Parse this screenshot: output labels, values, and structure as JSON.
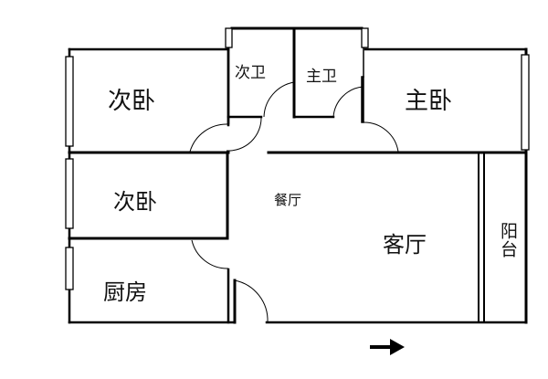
{
  "floor_plan": {
    "rooms": [
      {
        "id": "bedroom-secondary-1",
        "label": "次卧"
      },
      {
        "id": "bedroom-secondary-2",
        "label": "次卧"
      },
      {
        "id": "bathroom-secondary",
        "label": "次卫"
      },
      {
        "id": "bathroom-master",
        "label": "主卫"
      },
      {
        "id": "bedroom-master",
        "label": "主卧"
      },
      {
        "id": "dining-room",
        "label": "餐厅"
      },
      {
        "id": "living-room",
        "label": "客厅"
      },
      {
        "id": "kitchen",
        "label": "厨房"
      },
      {
        "id": "balcony",
        "label": "阳台"
      }
    ],
    "entrance_arrow": "arrow-right-icon",
    "colors": {
      "wall": "#000000",
      "background": "#ffffff",
      "text": "#111111"
    }
  }
}
